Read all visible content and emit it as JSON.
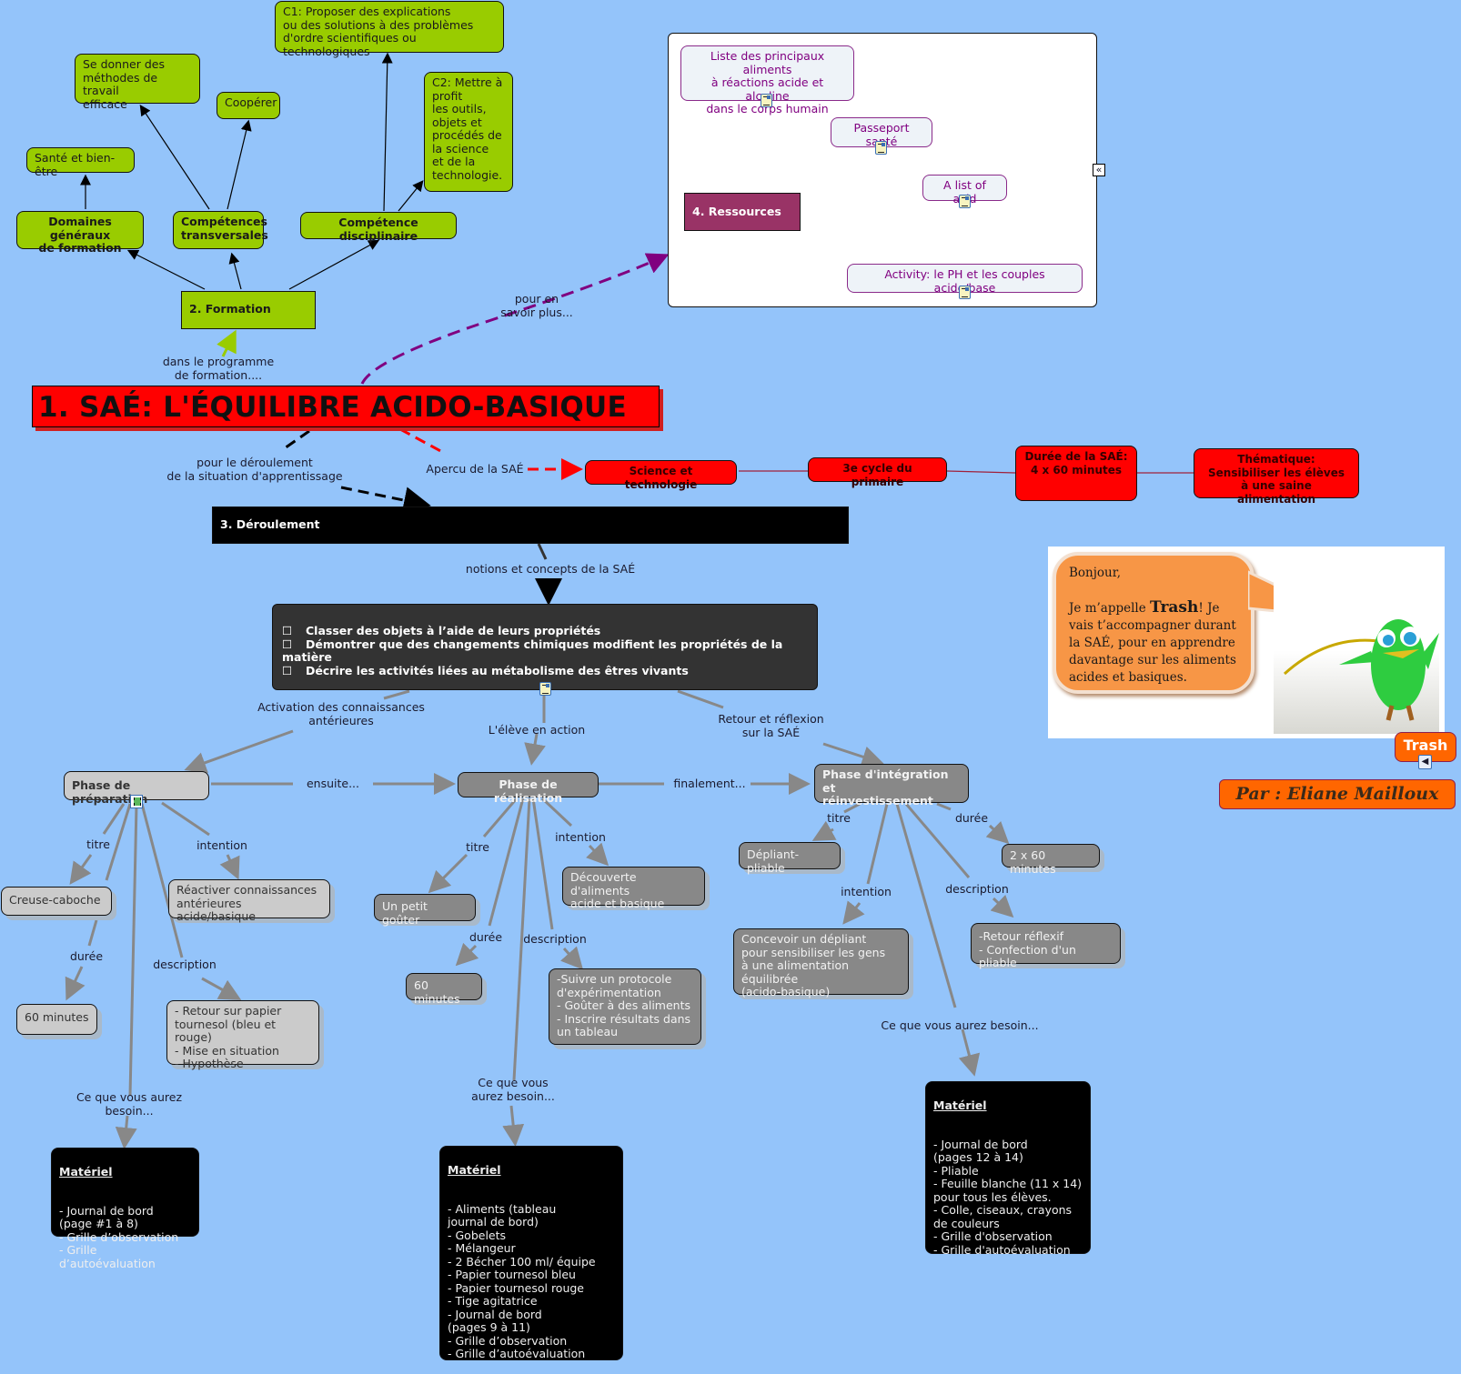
{
  "title": "1. SAÉ: L'ÉQUILIBRE ACIDO-BASIQUE",
  "formation": {
    "title": "2. Formation",
    "link_label": "dans le programme\nde formation....",
    "domaines": "Domaines généraux\nde formation",
    "sante": "Santé et bien-être",
    "transversales": "Compétences\ntransversales",
    "methodes": "Se donner des\nméthodes de travail\nefficace",
    "cooperer": "Coopérer",
    "disciplinaire": "Compétence disciplinaire",
    "c1": "C1: Proposer des explications\nou des solutions à des problèmes\nd'ordre scientifiques ou technologiques",
    "c2": "C2: Mettre à\nprofit\nles outils,\nobjets et\nprocédés de\n la science\net de la\ntechnologie."
  },
  "ressources": {
    "link_label": "pour en\nsavoir plus...",
    "title": "4. Ressources",
    "items": [
      "Liste des principaux aliments\nà réactions acide et alcaline\ndans le corps humain",
      "Passeport santé",
      "A list of acid",
      "Activity: le PH et les couples acide/base"
    ],
    "collapse_icon": "«"
  },
  "apercu": {
    "link_label": "Apercu de la SAÉ",
    "items": [
      "Science et technologie",
      "3e cycle du primaire",
      "Durée de la SAÉ:\n4 x 60 minutes",
      "Thématique:\nSensibiliser les élèves\nà une saine alimentation"
    ]
  },
  "deroulement": {
    "link_label": "pour le déroulement\nde la situation d'apprentissage",
    "title": "3. Déroulement",
    "concepts_label": "notions et concepts de la SAÉ",
    "concepts": [
      "Classer des objets à l’aide de leurs propriétés",
      "Démontrer que des changements chimiques modifient les propriétés de la matière",
      "Décrire les activités liées au métabolisme des êtres vivants"
    ],
    "branch_labels": [
      "Activation des connaissances\nantérieures",
      "L'élève en action",
      "Retour et réflexion\nsur la SAÉ"
    ],
    "ensuite": "ensuite...",
    "finalement": "finalement..."
  },
  "phases": [
    {
      "title": "Phase de préparation",
      "titre_label": "titre",
      "titre": "Creuse-caboche",
      "duree_label": "durée",
      "duree": "60 minutes",
      "intention_label": "intention",
      "intention": "Réactiver connaissances\n antérieures acide/basique",
      "description_label": "description",
      "description": "- Retour sur papier\ntournesol (bleu et rouge)\n- Mise en situation\n- Hypothèse",
      "besoin_label": "Ce que vous aurez\nbesoin...",
      "materiel_title": "Matériel",
      "materiel": "- Journal de bord\n(page #1 à 8)\n- Grille d’observation\n- Grille d’autoévaluation"
    },
    {
      "title": "Phase de réalisation",
      "titre_label": "titre",
      "titre": "Un petit goûter",
      "duree_label": "durée",
      "duree": "60 minutes",
      "intention_label": "intention",
      "intention": "Découverte d'aliments\nacide et basique",
      "description_label": "description",
      "description": "-Suivre un protocole\nd'expérimentation\n- Goûter à des aliments\n- Inscrire résultats dans\n un tableau",
      "besoin_label": "Ce que vous\naurez besoin...",
      "materiel_title": "Matériel",
      "materiel": "- Aliments (tableau\n   journal de bord)\n- Gobelets\n- Mélangeur\n- 2 Bécher 100 ml/ équipe\n- Papier tournesol bleu\n- Papier tournesol rouge\n- Tige agitatrice\n- Journal de bord\n   (pages 9 à 11)\n- Grille d’observation\n- Grille d’autoévaluation"
    },
    {
      "title": "Phase d'intégration et\nréinvestissement",
      "titre_label": "titre",
      "titre": "Dépliant-pliable",
      "duree_label": "durée",
      "duree": "2 x 60 minutes",
      "intention_label": "intention",
      "intention": "Concevoir un dépliant\npour sensibiliser les gens\nà une alimentation équilibrée\n(acido-basique)",
      "description_label": "description",
      "description": "-Retour réflexif\n- Confection d'un pliable",
      "besoin_label": "Ce que vous aurez besoin...",
      "materiel_title": "Matériel",
      "materiel": "- Journal de bord\n(pages 12 à 14)\n- Pliable\n- Feuille blanche (11 x 14)\n  pour tous les élèves.\n- Colle, ciseaux, crayons\nde couleurs\n- Grille d'observation\n- Grille d'autoévaluation"
    }
  ],
  "mascot": {
    "greeting": "Bonjour,",
    "intro_before": "Je m’appelle ",
    "name": "Trash",
    "intro_after": "! Je vais t’accompagner durant la SAÉ, pour en apprendre davantage sur les aliments acides et basiques.",
    "button_label": "Trash",
    "sound_icon": "speaker-icon"
  },
  "author": "Par : Eliane Mailloux",
  "colors": {
    "background": "#94c4fa",
    "green": "#99cc00",
    "red": "#ff0000",
    "ressources": "#993366",
    "purple_link": "#800080",
    "orange": "#ff6600"
  }
}
